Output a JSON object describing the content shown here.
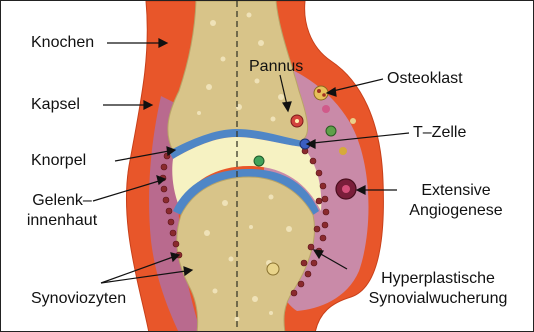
{
  "labels": {
    "knochen": "Knochen",
    "kapsel": "Kapsel",
    "knorpel": "Knorpel",
    "gelenk_line1": "Gelenk–",
    "gelenk_line2": "innenhaut",
    "synoviozyten": "Synoviozyten",
    "pannus": "Pannus",
    "osteoklast": "Osteoklast",
    "tzelle": "T–Zelle",
    "angio_line1": "Extensive",
    "angio_line2": "Angiogenese",
    "hyper_line1": "Hyperplastische",
    "hyper_line2": "Synovialwucherung"
  },
  "colors": {
    "capsule": "#e8562a",
    "capsule_edge": "#c8401a",
    "synovium_left": "#b96a8e",
    "pannus_tissue": "#c98aa8",
    "bone": "#d8c489",
    "bone_edge": "#b9a467",
    "bone_pore": "#efe2b8",
    "cartilage": "#4f86c6",
    "joint_space": "#f6f2c2",
    "synoviocyte": "#8a2a2e"
  }
}
